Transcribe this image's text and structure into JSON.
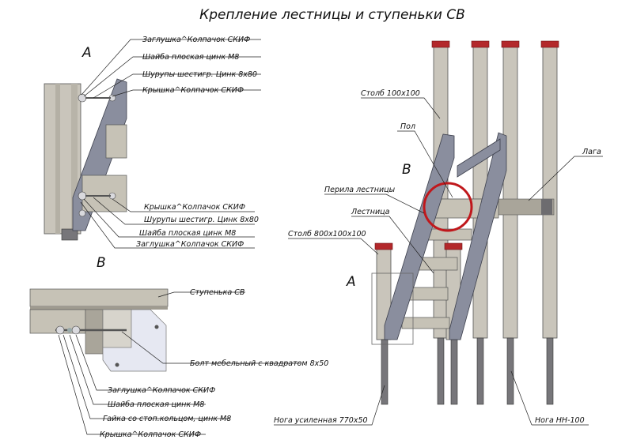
{
  "title": "Крепление лестницы и ступеньки СВ",
  "detail_a": {
    "letter": "A",
    "labels": [
      "Заглушка^Колпачок СКИФ",
      "Шайба плоская цинк М8",
      "Шурупы шестигр. Цинк 8x80",
      "Крышка^Колпачок СКИФ",
      "Крышка^Колпачок СКИФ",
      "Шурупы шестигр. Цинк 8x80",
      "Шайба плоская цинк М8",
      "Заглушка^Колпачок СКИФ"
    ]
  },
  "detail_b": {
    "letter": "B",
    "labels": [
      "Ступенька СВ",
      "Болт мебельный с квадратом 8x50",
      "Заглушка^Колпачок СКИФ",
      "Шайба плоская цинк М8",
      "Гайка со стоп.кольцом, цинк М8",
      "Крышка^Колпачок СКИФ"
    ]
  },
  "assembly": {
    "marker_b": "B",
    "marker_a": "A",
    "labels": {
      "post_100": "Столб 100x100",
      "floor": "Пол",
      "joist": "Лага",
      "handrail": "Перила лестницы",
      "stair": "Лестница",
      "post_800": "Столб 800x100x100",
      "leg_reinforced": "Нога усиленная 770x50",
      "leg_nn": "Нога НН-100"
    }
  }
}
